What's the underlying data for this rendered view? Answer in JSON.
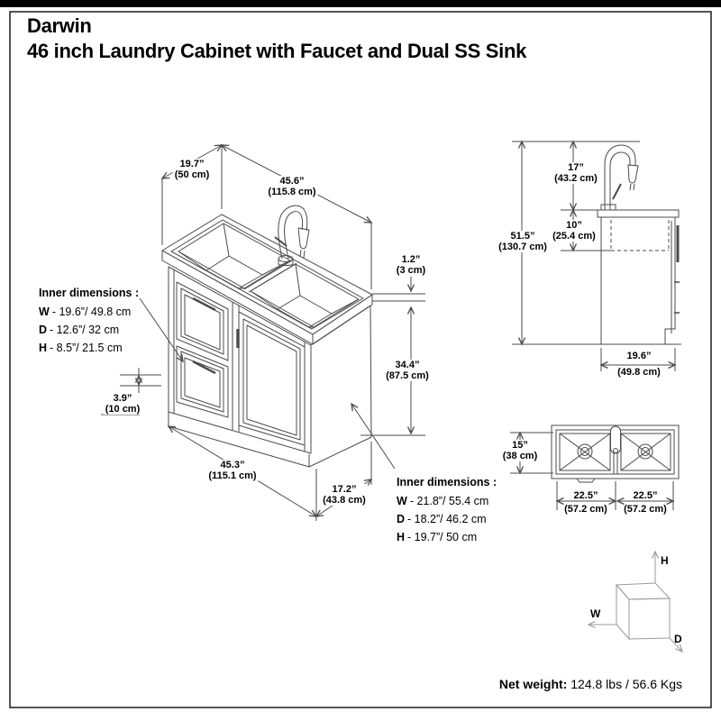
{
  "header": {
    "title_line1": "Darwin",
    "title_line2": "46 inch Laundry Cabinet with Faucet and Dual SS Sink"
  },
  "colors": {
    "text": "#000000",
    "drawing_line": "#4b4b4b",
    "cube_line": "#9b9b9b",
    "top_bar": "#000000",
    "page_border": "#1a1a1a",
    "background": "#ffffff"
  },
  "main_view": {
    "depth_top": {
      "in": "19.7”",
      "cm": "(50 cm)"
    },
    "width_top": {
      "in": "45.6”",
      "cm": "(115.8 cm)"
    },
    "counter_thickness": {
      "in": "1.2”",
      "cm": "(3 cm)"
    },
    "cabinet_height": {
      "in": "34.4”",
      "cm": "(87.5 cm)"
    },
    "toe_kick_height": {
      "in": "3.9”",
      "cm": "(10 cm)"
    },
    "width_bottom": {
      "in": "45.3”",
      "cm": "(115.1 cm)"
    },
    "depth_bottom": {
      "in": "17.2”",
      "cm": "(43.8 cm)"
    },
    "drawer_inner": {
      "title": "Inner dimensions  :",
      "rows": [
        {
          "k": "W",
          "v": "- 19.6”/ 49.8 cm"
        },
        {
          "k": "D",
          "v": "- 12.6”/ 32 cm"
        },
        {
          "k": "H",
          "v": "- 8.5”/ 21.5 cm"
        }
      ]
    },
    "cabinet_inner": {
      "title": "Inner dimensions  :",
      "rows": [
        {
          "k": "W",
          "v": "- 21.8”/ 55.4 cm"
        },
        {
          "k": "D",
          "v": "- 18.2”/ 46.2 cm"
        },
        {
          "k": "H",
          "v": "- 19.7”/ 50 cm"
        }
      ]
    }
  },
  "side_view": {
    "faucet_height": {
      "in": "17”",
      "cm": "(43.2 cm)"
    },
    "basin_depth": {
      "in": "10”",
      "cm": "(25.4 cm)"
    },
    "total_height": {
      "in": "51.5”",
      "cm": "(130.7 cm)"
    },
    "depth": {
      "in": "19.6”",
      "cm": "(49.8 cm)"
    }
  },
  "top_view": {
    "front_to_back": {
      "in": "15”",
      "cm": "(38 cm)"
    },
    "left_basin": {
      "in": "22.5”",
      "cm": "(57.2 cm)"
    },
    "right_basin": {
      "in": "22.5”",
      "cm": "(57.2 cm)"
    }
  },
  "orientation_cube": {
    "w": "W",
    "h": "H",
    "d": "D"
  },
  "footer": {
    "net_weight_label": "Net weight:",
    "net_weight_value": " 124.8 lbs / 56.6 Kgs"
  }
}
